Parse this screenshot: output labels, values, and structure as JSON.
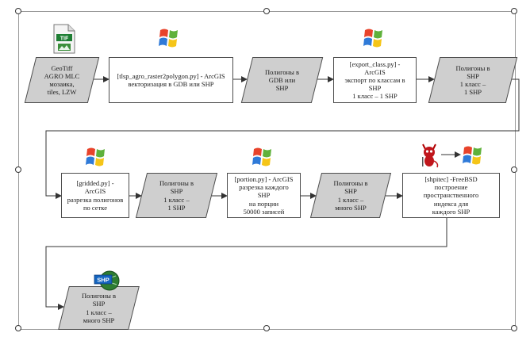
{
  "nodes": {
    "n1": "GeoTiff\nAGRO MLC\nмозаика,\ntiles, LZW",
    "n2": "[tlsp_agro_raster2polygon.py] - ArcGIS\nвекторизация в GDB или SHP",
    "n3": "Полигоны в\nGDB или\nSHP",
    "n4": "[export_class.py] - ArcGIS\nэкспорт по классам в SHP\n1 класс – 1 SHP",
    "n5": "Полигоны в\nSHP\n1 класс –\n1 SHP",
    "n6": "[gridded.py] - ArcGIS\nразрезка полигонов\nпо сетке",
    "n7": "Полигоны в\nSHP\n1 класс –\n1 SHP",
    "n8": "[portion.py] - ArcGIS\nразрезка каждого SHP\nна порции\n50000 записей",
    "n9": "Полигоны в\nSHP\n1 класс –\nмного SHP",
    "n10": "[shpitec] -FreeBSD\nпостроение пространственного\nиндекса для\nкаждого SHP",
    "n11": "Полигоны в\nSHP\n1 класс –\nмного SHP"
  },
  "icons": {
    "file": "TIF",
    "shp": "SHP",
    "windows": "windows-logo-icon",
    "bsd": "freebsd-daemon-icon"
  },
  "colors": {
    "data_fill": "#cfcfcf",
    "process_fill": "#ffffff",
    "stroke": "#4d4d4d"
  }
}
